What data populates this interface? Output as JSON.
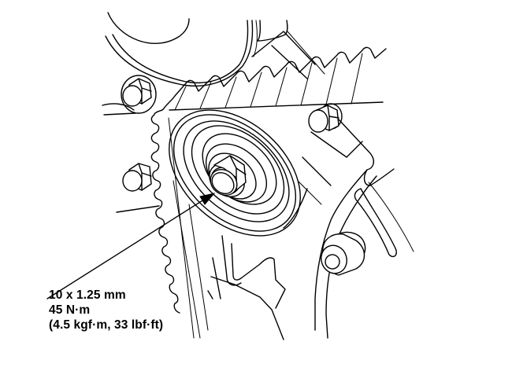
{
  "diagram": {
    "subject": "Timing belt tensioner pulley bolt",
    "colors": {
      "line": "#000000",
      "background": "#ffffff"
    },
    "callout": {
      "bolt_size": "10 x 1.25 mm",
      "torque_nm": "45 N·m",
      "torque_alt": "(4.5 kgf·m, 33 lbf·ft)"
    },
    "components": [
      "upper-pulley",
      "timing-belt",
      "tensioner-pulley",
      "tensioner-bolt",
      "mounting-bolt-upper-left",
      "mounting-bolt-left",
      "mounting-bolt-right",
      "engine-cover",
      "dowel-collar",
      "leader-arrow"
    ]
  }
}
